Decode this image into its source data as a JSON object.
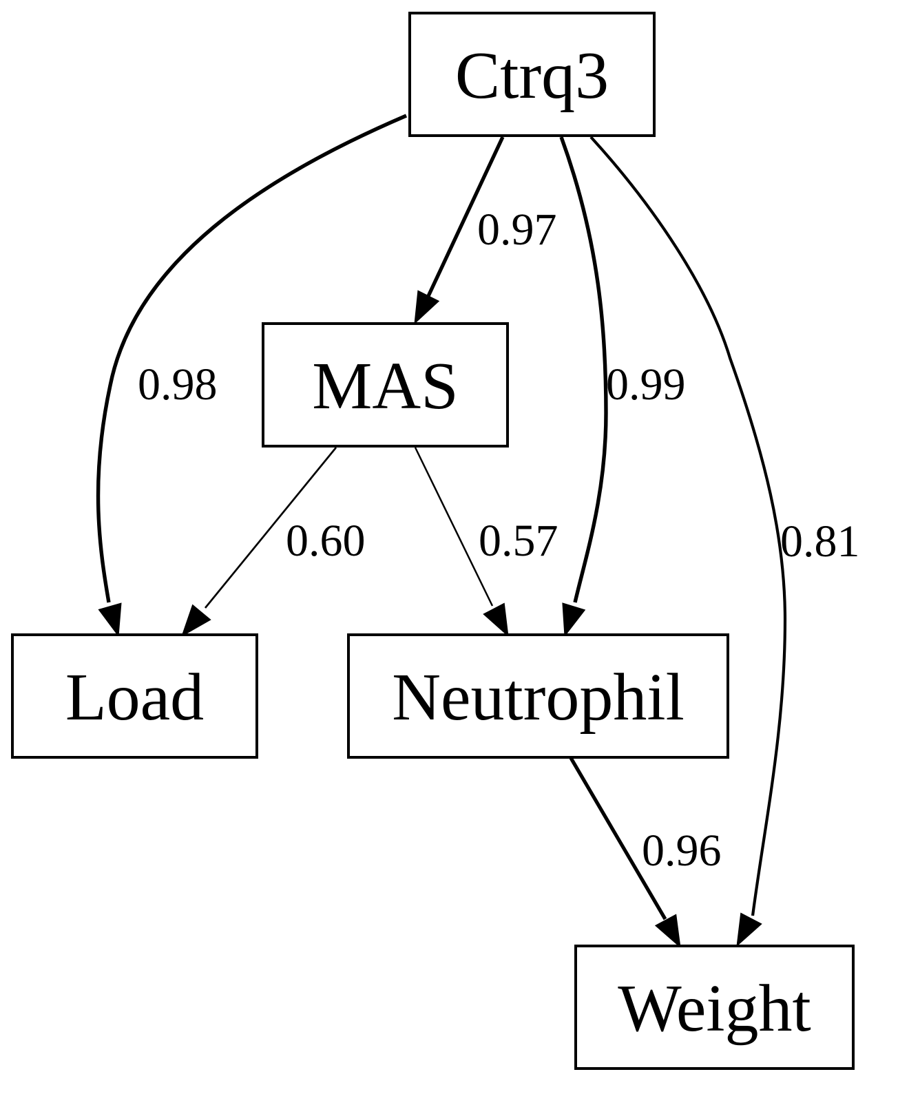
{
  "diagram": {
    "type": "directed-graph",
    "nodes": [
      {
        "id": "ctrq3",
        "label": "Ctrq3"
      },
      {
        "id": "mas",
        "label": "MAS"
      },
      {
        "id": "load",
        "label": "Load"
      },
      {
        "id": "neutrophil",
        "label": "Neutrophil"
      },
      {
        "id": "weight",
        "label": "Weight"
      }
    ],
    "edges": [
      {
        "from": "ctrq3",
        "to": "mas",
        "label": "0.97",
        "weight": 0.97
      },
      {
        "from": "ctrq3",
        "to": "load",
        "label": "0.98",
        "weight": 0.98
      },
      {
        "from": "ctrq3",
        "to": "neutrophil",
        "label": "0.99",
        "weight": 0.99
      },
      {
        "from": "ctrq3",
        "to": "weight",
        "label": "0.81",
        "weight": 0.81
      },
      {
        "from": "mas",
        "to": "load",
        "label": "0.60",
        "weight": 0.6
      },
      {
        "from": "mas",
        "to": "neutrophil",
        "label": "0.57",
        "weight": 0.57
      },
      {
        "from": "neutrophil",
        "to": "weight",
        "label": "0.96",
        "weight": 0.96
      }
    ]
  }
}
